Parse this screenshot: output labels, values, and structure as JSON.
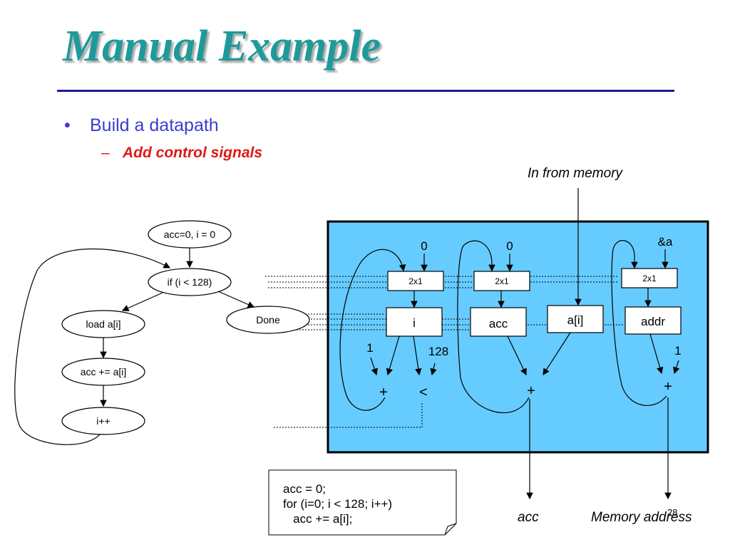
{
  "slide": {
    "title": "Manual Example",
    "bullets": [
      {
        "text": "Build a datapath",
        "marker": "•"
      },
      {
        "text": "Add control signals",
        "marker": "–"
      }
    ],
    "page_number": "28"
  },
  "flowchart": {
    "nodes": [
      "acc=0, i = 0",
      "if (i < 128)",
      "load a[i]",
      "acc += a[i]",
      "i++",
      "Done"
    ]
  },
  "datapath": {
    "in_from_memory": "In from memory",
    "mux_label": "2x1",
    "constants": {
      "zero_i": "0",
      "zero_acc": "0",
      "addr_const": "&a",
      "one_i": "1",
      "limit": "128",
      "one_addr": "1"
    },
    "registers": [
      "i",
      "acc",
      "a[i]",
      "addr"
    ],
    "operators": {
      "plus": "+",
      "less": "<"
    },
    "outputs": {
      "acc": "acc",
      "memory_address": "Memory address"
    }
  },
  "code": {
    "lines": [
      "acc = 0;",
      "for (i=0; i < 128; i++)",
      "   acc += a[i];"
    ]
  },
  "colors": {
    "title": "#1f9a9a",
    "datapath_bg": "#66ccff",
    "bullet_primary": "#3c3ccc",
    "bullet_secondary": "#e01818"
  }
}
